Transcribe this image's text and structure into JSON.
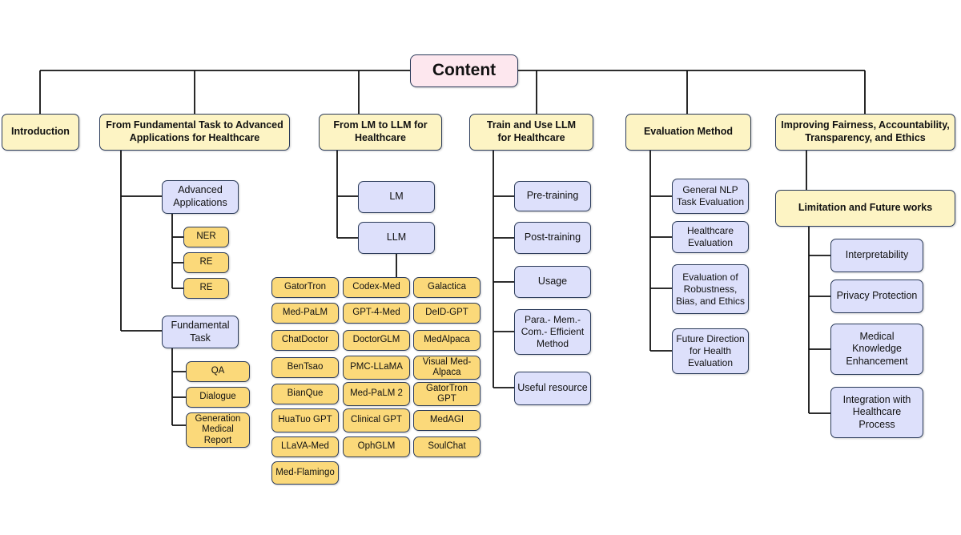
{
  "root": "Content",
  "categories": {
    "intro": "Introduction",
    "fundamental": "From Fundamental Task to Advanced Applications for Healthcare",
    "lm_llm": "From LM to LLM for Healthcare",
    "train_use": "Train and Use LLM for Healthcare",
    "evaluation": "Evaluation Method",
    "fairness": "Improving Fairness, Accountability, Transparency, and Ethics"
  },
  "fundamental_branch": {
    "advanced": {
      "label": "Advanced Applications",
      "items": [
        "NER",
        "RE",
        "RE"
      ]
    },
    "fundamental_task": {
      "label": "Fundamental Task",
      "items": [
        "QA",
        "Dialogue",
        "Generation Medical Report"
      ]
    }
  },
  "lm_branch": {
    "lm": "LM",
    "llm": "LLM",
    "models": [
      "GatorTron",
      "Codex-Med",
      "Galactica",
      "Med-PaLM",
      "GPT-4-Med",
      "DeID-GPT",
      "ChatDoctor",
      "DoctorGLM",
      "MedAlpaca",
      "BenTsao",
      "PMC-LLaMA",
      "Visual Med-Alpaca",
      "BianQue",
      "Med-PaLM 2",
      "GatorTron GPT",
      "HuaTuo GPT",
      "Clinical GPT",
      "MedAGI",
      "LLaVA-Med",
      "OphGLM",
      "SoulChat",
      "Med-Flamingo"
    ]
  },
  "train_branch": [
    "Pre-training",
    "Post-training",
    "Usage",
    "Para.- Mem.- Com.- Efficient Method",
    "Useful resource"
  ],
  "eval_branch": [
    "General NLP Task Evaluation",
    "Healthcare Evaluation",
    "Evaluation of Robustness, Bias, and Ethics",
    "Future Direction for Health Evaluation"
  ],
  "fairness_branch": {
    "limitation": "Limitation and Future works",
    "items": [
      "Interpretability",
      "Privacy Protection",
      "Medical Knowledge Enhancement",
      "Integration with Healthcare Process"
    ]
  },
  "colors": {
    "root_fill": "#fde7ee",
    "category_fill": "#fdf4c4",
    "sub_fill": "#dde0fb",
    "leaf_fill": "#fbd97a",
    "border": "#2b3b5a",
    "connector": "#111111"
  }
}
